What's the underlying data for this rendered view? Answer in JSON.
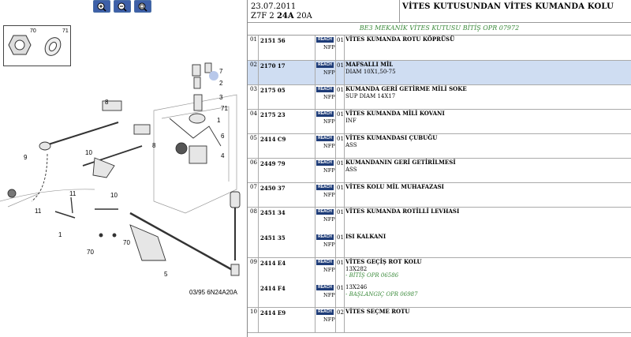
{
  "toolbar": {
    "buttons": [
      {
        "name": "zoom-in-button",
        "icon": "zoom-in-icon"
      },
      {
        "name": "zoom-out-button",
        "icon": "zoom-out-icon"
      },
      {
        "name": "zoom-fit-button",
        "icon": "zoom-fit-icon"
      }
    ]
  },
  "diagram": {
    "inset_labels": [
      "70",
      "71"
    ],
    "part_labels": [
      "7",
      "2",
      "3",
      "71",
      "1",
      "8",
      "6",
      "9",
      "4",
      "10",
      "5",
      "70",
      "10",
      "11",
      "1",
      "70",
      "8"
    ],
    "drawing_code": "03/95 6N24A20A"
  },
  "header": {
    "date": "23.07.2011",
    "model_prefix": "Z7F 2 ",
    "model_bold": "24A",
    "model_suffix": " 20A",
    "title": "VİTES KUTUSUNDAN VİTES KUMANDA KOLU"
  },
  "subtitle": "BE3 MEKANİK VİTES KUTUSU BİTİŞ OPR 07972",
  "reach_label": "REACH",
  "nfp_label": "NFP",
  "rows": [
    {
      "num": "01",
      "entries": [
        {
          "code": "2151 56",
          "qty": "01",
          "title": "VİTES KUMANDA ROTU KÖPRÜSÜ",
          "lines": []
        }
      ]
    },
    {
      "num": "02",
      "selected": true,
      "entries": [
        {
          "code": "2170 17",
          "qty": "01",
          "title": "MAFSALLI MİL",
          "lines": [
            "DIAM 10X1,50-75"
          ]
        }
      ]
    },
    {
      "num": "03",
      "entries": [
        {
          "code": "2175 05",
          "qty": "01",
          "title": "KUMANDA GERİ GETİRME MİLİ SOKE",
          "lines": [
            "SUP DIAM 14X17"
          ]
        }
      ]
    },
    {
      "num": "04",
      "entries": [
        {
          "code": "2175 23",
          "qty": "01",
          "title": "VİTES KUMANDA MİLİ KOVANI",
          "lines": [
            "INF"
          ]
        }
      ]
    },
    {
      "num": "05",
      "entries": [
        {
          "code": "2414 C9",
          "qty": "01",
          "title": "VİTES KUMANDASI ÇUBUĞU",
          "lines": [
            "ASS"
          ]
        }
      ]
    },
    {
      "num": "06",
      "entries": [
        {
          "code": "2449 79",
          "qty": "01",
          "title": "KUMANDANIN GERİ GETİRİLMESİ",
          "lines": [
            "ASS"
          ]
        }
      ]
    },
    {
      "num": "07",
      "entries": [
        {
          "code": "2450 37",
          "qty": "01",
          "title": "VİTES KOLU MİL MUHAFAZASI",
          "lines": []
        }
      ]
    },
    {
      "num": "08",
      "entries": [
        {
          "code": "2451 34",
          "qty": "01",
          "title": "VİTES KUMANDA ROTİLLİ LEVHASI",
          "lines": []
        },
        {
          "code": "2451 35",
          "qty": "01",
          "title": "ISI KALKANI",
          "lines": []
        }
      ]
    },
    {
      "num": "09",
      "entries": [
        {
          "code": "2414 E4",
          "qty": "01",
          "title": "VİTES GEÇİŞ ROT KOLU",
          "lines": [
            "13X282"
          ],
          "green": "- BİTİŞ OPR 06586"
        },
        {
          "code": "2414 F4",
          "qty": "01",
          "title": "",
          "lines": [
            "13X246"
          ],
          "green": "- BAŞLANGIÇ OPR 06987"
        }
      ]
    },
    {
      "num": "10",
      "entries": [
        {
          "code": "2414 E9",
          "qty": "02",
          "title": "VİTES SEÇME ROTU",
          "lines": []
        }
      ]
    }
  ],
  "colors": {
    "selected_row": "#cfddf2",
    "reach_badge": "#1e3c78",
    "note_green": "#3a8a3a"
  }
}
